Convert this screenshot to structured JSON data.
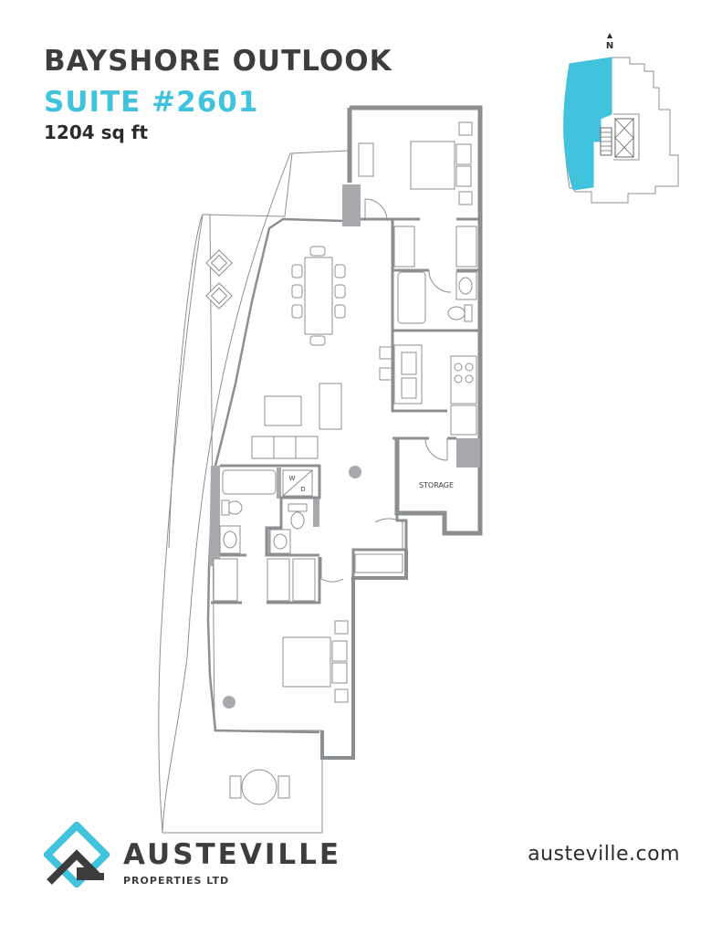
{
  "header": {
    "title": "BAYSHORE OUTLOOK",
    "suite": "SUITE #2601",
    "area": "1204 sq ft"
  },
  "keyplan": {
    "north_label": "N"
  },
  "plan": {
    "storage_label": "STORAGE",
    "washer_label": "W",
    "dryer_label": "D"
  },
  "footer": {
    "brand_name": "AUSTEVILLE",
    "brand_sub": "PROPERTIES LTD",
    "website": "austeville.com"
  },
  "colors": {
    "accent": "#41c2dd",
    "text": "#3d3d3d",
    "wall": "#a7a9ac",
    "line": "#8c8f92"
  }
}
